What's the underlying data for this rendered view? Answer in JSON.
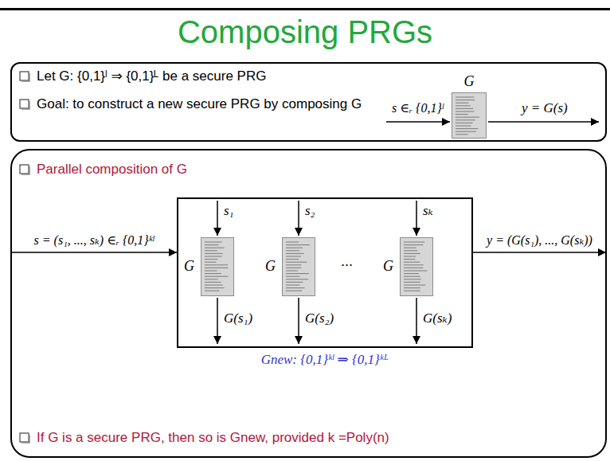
{
  "diagram": {
    "title": "Composing PRGs",
    "nodes": [
      {
        "text": [
          "Let G: {0,1}ˡ ⇒ {0,1}ᴸ be a secure PRG",
          "Goal: to construct a new secure PRG by composing G"
        ]
      },
      {
        "text": [
          "G"
        ],
        "in": 0
      },
      {
        "text": [
          "Parallel composition of G",
          "If G is a secure PRG, then so is Gnew, provided k =Poly(n)"
        ]
      },
      {
        "text": [
          "Gnew: {0,1}ᵏˡ ⇒ {0,1}ᵏᴸ"
        ],
        "in": 2
      },
      {
        "text": [
          "G"
        ],
        "in": 3
      },
      {
        "text": [
          "G"
        ],
        "in": 3
      },
      {
        "text": [
          "G"
        ],
        "in": 3
      }
    ],
    "edges": [
      {
        "from": 2,
        "to": 3,
        "label": "s = (s₁, ..., sₖ) ∈ᵣ {0,1}ᵏˡ",
        "arrow": "to"
      },
      {
        "from": 3,
        "to": 2,
        "label": "y = (G(s₁), ..., G(sₖ))",
        "arrow": "to"
      }
    ],
    "labels": [
      "s ∈ᵣ {0,1}ˡ",
      "y = G(s)",
      "s₁",
      "s₂",
      "sₖ",
      "...",
      "G(s₁)",
      "G(s₂)",
      "G(sₖ)"
    ]
  }
}
